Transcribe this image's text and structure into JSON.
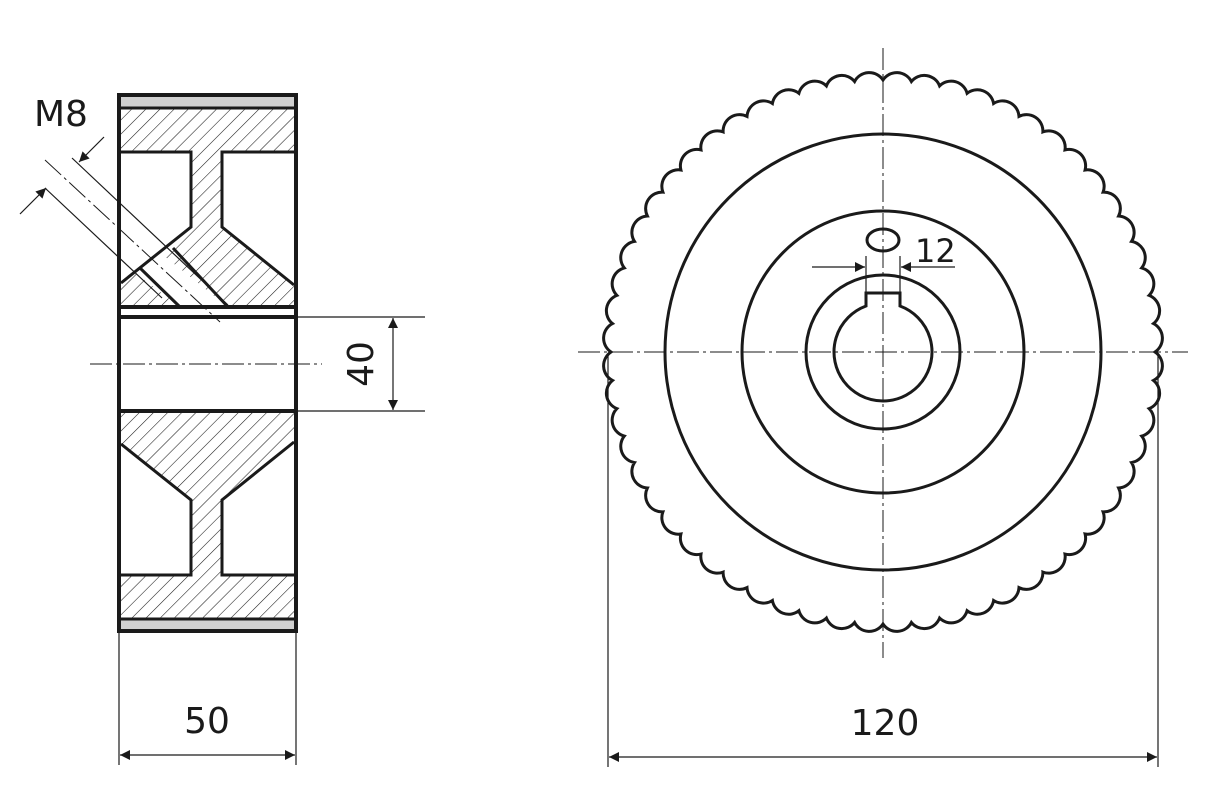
{
  "drawing": {
    "side_view": {
      "thread_label": "M8",
      "bore_dimension": "40",
      "width_dimension": "50"
    },
    "front_view": {
      "keyway_dimension": "12",
      "outer_diameter_dimension": "120",
      "scallop_count": 60
    },
    "colors": {
      "line": "#1a1a1a",
      "strip": "#d0d0d0"
    }
  }
}
